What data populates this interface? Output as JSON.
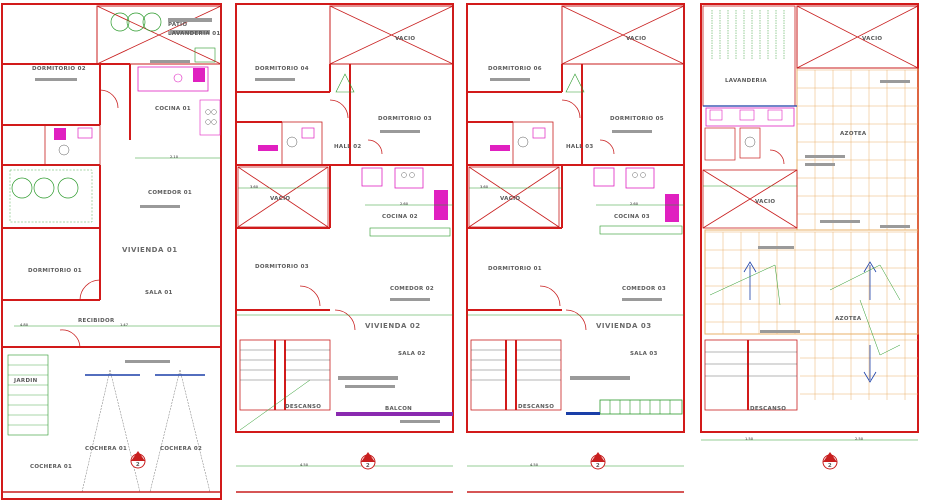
{
  "plans": [
    {
      "id": "plan-1",
      "rooms": {
        "patio": "PATIO",
        "lavanderia": "LAVANDERIA 01",
        "dormitorio_a": "DORMITORIO 02",
        "cocina": "COCINA 01",
        "comedor": "COMEDOR 01",
        "dormitorio_b": "DORMITORIO 01",
        "vivienda": "VIVIENDA 01",
        "sala": "SALA 01",
        "recibidor": "RECIBIDOR",
        "jardin": "JARDIN",
        "cochera_a": "COCHERA 01",
        "cochera_b": "COCHERA 02"
      }
    },
    {
      "id": "plan-2",
      "rooms": {
        "vacio_top": "VACIO",
        "dormitorio_a": "DORMITORIO 04",
        "dormitorio_b": "DORMITORIO 03",
        "hall": "HALL 02",
        "vacio_mid": "VACIO",
        "cocina": "COCINA 02",
        "dormitorio_c": "DORMITORIO 03",
        "comedor": "COMEDOR 02",
        "vivienda": "VIVIENDA 02",
        "sala": "SALA 02",
        "descanso": "DESCANSO",
        "balcon": "BALCON"
      }
    },
    {
      "id": "plan-3",
      "rooms": {
        "vacio_top": "VACIO",
        "dormitorio_a": "DORMITORIO 06",
        "dormitorio_b": "DORMITORIO 05",
        "hall": "HALL 03",
        "vacio_mid": "VACIO",
        "cocina": "COCINA 03",
        "dormitorio_c": "DORMITORIO 01",
        "comedor": "COMEDOR 03",
        "vivienda": "VIVIENDA 03",
        "sala": "SALA 03",
        "descanso": "DESCANSO"
      }
    },
    {
      "id": "plan-4",
      "rooms": {
        "vacio_top": "VACIO",
        "lavanderia": "LAVANDERIA",
        "azotea_a": "AZOTEA",
        "vacio_mid": "VACIO",
        "azotea_b": "AZOTEA",
        "descanso": "DESCANSO"
      }
    }
  ],
  "section_marker": "2",
  "dimensions": {
    "d1": "4.80",
    "d2": "1.47",
    "d3": "2.10",
    "d4": "3.60",
    "d5": "2.60",
    "d6": "4.50",
    "d7": "1.50",
    "d8": "2.50"
  },
  "colors": {
    "wall": "#d21a1a",
    "grid": "#e9b06a",
    "furniture": "#e020c0",
    "green": "#2a9a2a",
    "stair": "#2a9a2a",
    "water": "#1a3fa8"
  }
}
